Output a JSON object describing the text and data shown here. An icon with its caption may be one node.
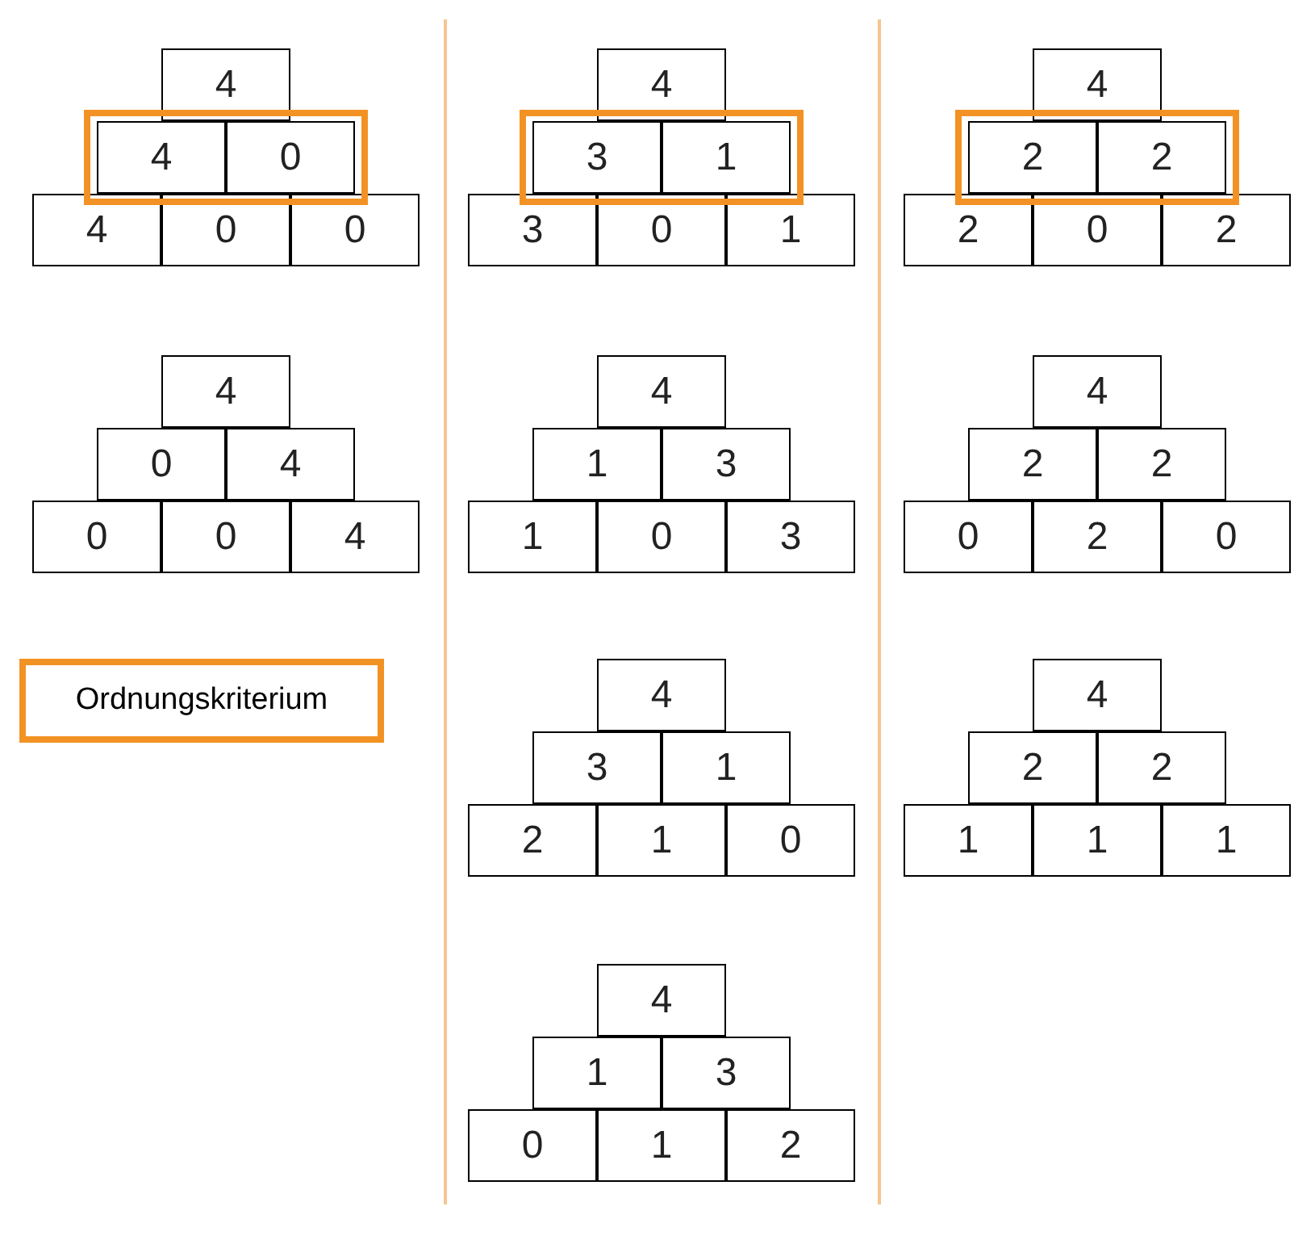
{
  "diagram": {
    "nodes": [
      {
        "text": [
          "4"
        ]
      },
      {
        "text": [],
        "shape": "box"
      },
      {
        "text": [
          "4"
        ],
        "in": 1
      },
      {
        "text": [
          "0"
        ],
        "in": 1
      },
      {
        "text": [
          "4"
        ]
      },
      {
        "text": [
          "0"
        ]
      },
      {
        "text": [
          "0"
        ]
      },
      {
        "text": [
          "4"
        ]
      },
      {
        "text": [
          "0"
        ]
      },
      {
        "text": [
          "4"
        ]
      },
      {
        "text": [
          "0"
        ]
      },
      {
        "text": [
          "0"
        ]
      },
      {
        "text": [
          "4"
        ]
      },
      {
        "text": [
          "Ordnungskriterium"
        ]
      },
      {
        "text": [
          "4"
        ]
      },
      {
        "text": [],
        "shape": "box"
      },
      {
        "text": [
          "3"
        ],
        "in": 15
      },
      {
        "text": [
          "1"
        ],
        "in": 15
      },
      {
        "text": [
          "3"
        ]
      },
      {
        "text": [
          "0"
        ]
      },
      {
        "text": [
          "1"
        ]
      },
      {
        "text": [
          "4"
        ]
      },
      {
        "text": [
          "1"
        ]
      },
      {
        "text": [
          "3"
        ]
      },
      {
        "text": [
          "1"
        ]
      },
      {
        "text": [
          "0"
        ]
      },
      {
        "text": [
          "3"
        ]
      },
      {
        "text": [
          "4"
        ]
      },
      {
        "text": [
          "3"
        ]
      },
      {
        "text": [
          "1"
        ]
      },
      {
        "text": [
          "2"
        ]
      },
      {
        "text": [
          "1"
        ]
      },
      {
        "text": [
          "0"
        ]
      },
      {
        "text": [
          "4"
        ]
      },
      {
        "text": [
          "1"
        ]
      },
      {
        "text": [
          "3"
        ]
      },
      {
        "text": [
          "0"
        ]
      },
      {
        "text": [
          "1"
        ]
      },
      {
        "text": [
          "2"
        ]
      },
      {
        "text": [
          "4"
        ]
      },
      {
        "text": [],
        "shape": "box"
      },
      {
        "text": [
          "2"
        ],
        "in": 40
      },
      {
        "text": [
          "2"
        ],
        "in": 40
      },
      {
        "text": [
          "2"
        ]
      },
      {
        "text": [
          "0"
        ]
      },
      {
        "text": [
          "2"
        ]
      },
      {
        "text": [
          "4"
        ]
      },
      {
        "text": [
          "2"
        ]
      },
      {
        "text": [
          "2"
        ]
      },
      {
        "text": [
          "0"
        ]
      },
      {
        "text": [
          "2"
        ]
      },
      {
        "text": [
          "0"
        ]
      },
      {
        "text": [
          "4"
        ]
      },
      {
        "text": [
          "2"
        ]
      },
      {
        "text": [
          "2"
        ]
      },
      {
        "text": [
          "1"
        ]
      },
      {
        "text": [
          "1"
        ]
      },
      {
        "text": [
          "1"
        ]
      }
    ]
  }
}
